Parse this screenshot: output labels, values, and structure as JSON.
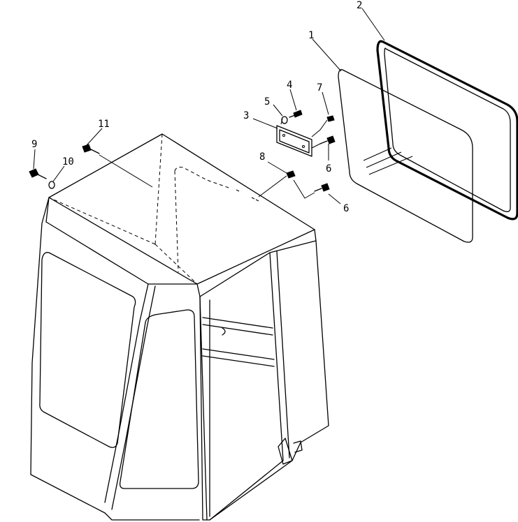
{
  "callouts": [
    {
      "id": "c1",
      "text": "1"
    },
    {
      "id": "c2",
      "text": "2"
    },
    {
      "id": "c3",
      "text": "3"
    },
    {
      "id": "c4",
      "text": "4"
    },
    {
      "id": "c5",
      "text": "5"
    },
    {
      "id": "c6a",
      "text": "6"
    },
    {
      "id": "c6b",
      "text": "6"
    },
    {
      "id": "c7",
      "text": "7"
    },
    {
      "id": "c8",
      "text": "8"
    },
    {
      "id": "c9",
      "text": "9"
    },
    {
      "id": "c10",
      "text": "10"
    },
    {
      "id": "c11",
      "text": "11"
    }
  ]
}
